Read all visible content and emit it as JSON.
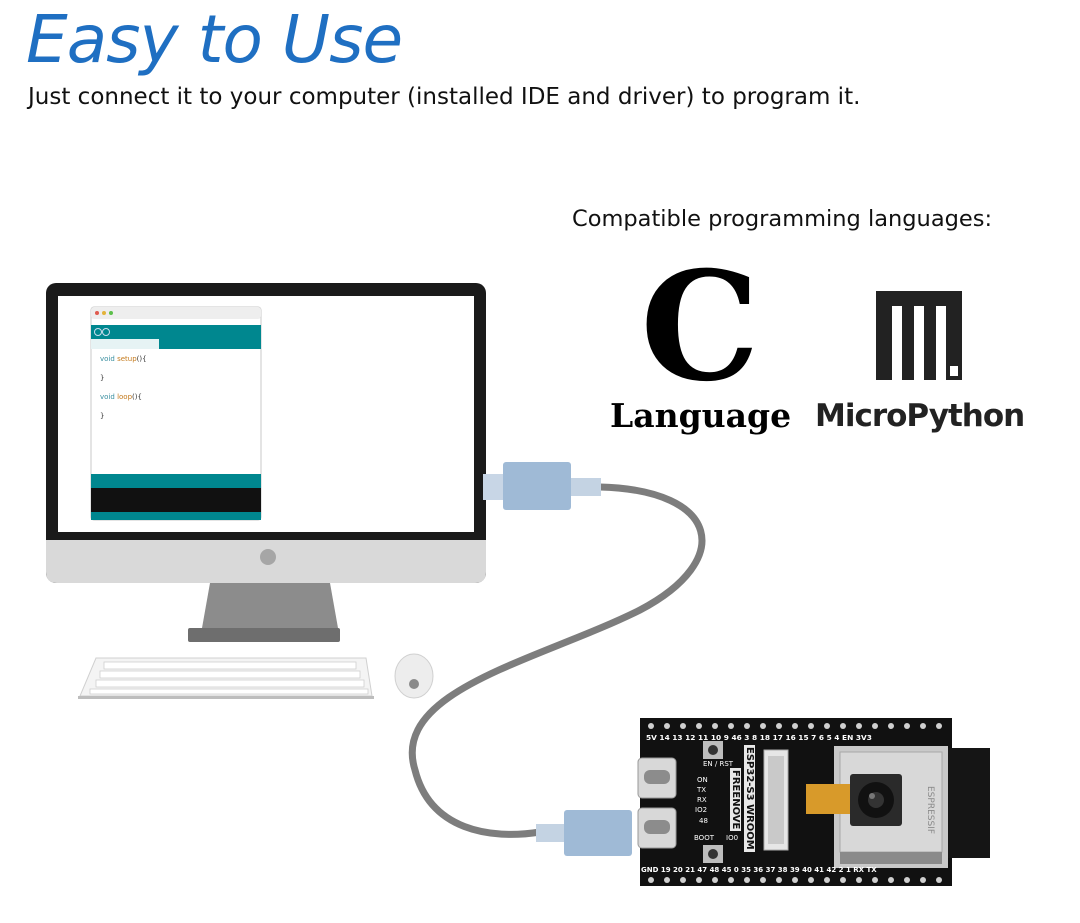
{
  "header": {
    "title": "Easy to Use",
    "subtitle": "Just connect it to your computer (installed IDE and driver) to program it."
  },
  "languages": {
    "heading": "Compatible programming languages:",
    "items": [
      {
        "logo": "C",
        "label": "Language"
      },
      {
        "logo": "micropython-logo",
        "label": "MicroPython"
      }
    ]
  },
  "ide": {
    "code_lines": [
      {
        "kw": "void",
        "fn": "setup",
        "rest": "(){"
      },
      {
        "kw": "",
        "fn": "",
        "rest": "}"
      },
      {
        "kw": "void",
        "fn": "loop",
        "rest": "(){"
      },
      {
        "kw": "",
        "fn": "",
        "rest": "}"
      }
    ]
  },
  "board": {
    "labels": [
      "ESP32-S3 WROOM",
      "FREENOVE"
    ],
    "module_brand": "ESPRESSIF",
    "top_pins": "5V 14 13 12 11 10 9 46 3 8 18 17 16 15 7 6 5 4 EN 3V3",
    "bottom_pins": "GND 19 20 21 47 48 45 0 35 36 37 38 39 40 41 42 2 1 RX TX",
    "side_labels": [
      "EN / RST",
      "ON",
      "TX",
      "RX",
      "IO2",
      "48",
      "BOOT",
      "IO0"
    ]
  },
  "colors": {
    "title_blue": "#1f6fc2",
    "arduino_teal": "#00878f",
    "board_black": "#111111",
    "cable_gray": "#7d7d7d",
    "connector_blue": "#9fbad6"
  }
}
